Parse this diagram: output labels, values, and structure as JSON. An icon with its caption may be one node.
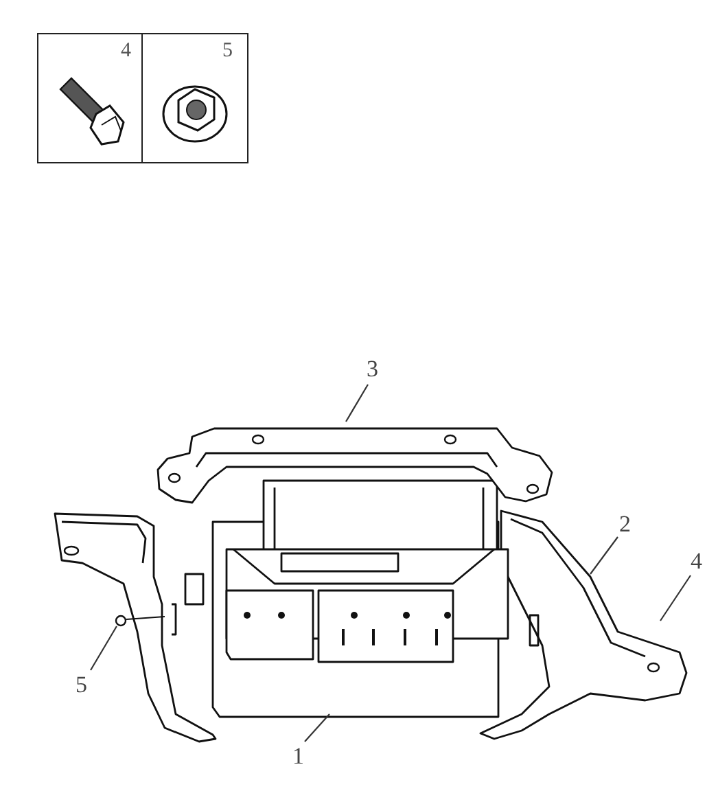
{
  "diagram": {
    "nodes": [
      {
        "text": [
          "4"
        ]
      },
      {
        "text": [
          "5"
        ]
      },
      {
        "text": [
          "3"
        ]
      },
      {
        "text": [
          "2"
        ]
      },
      {
        "text": [
          "4"
        ]
      },
      {
        "text": [
          "5"
        ]
      },
      {
        "text": [
          "1"
        ]
      }
    ],
    "edges": [
      {
        "from": 2,
        "to": null,
        "arrow": "none"
      },
      {
        "from": 3,
        "to": null,
        "arrow": "none"
      },
      {
        "from": 4,
        "to": null,
        "arrow": "none"
      },
      {
        "from": 5,
        "to": null,
        "arrow": "none"
      },
      {
        "from": 6,
        "to": null,
        "arrow": "none"
      }
    ]
  }
}
